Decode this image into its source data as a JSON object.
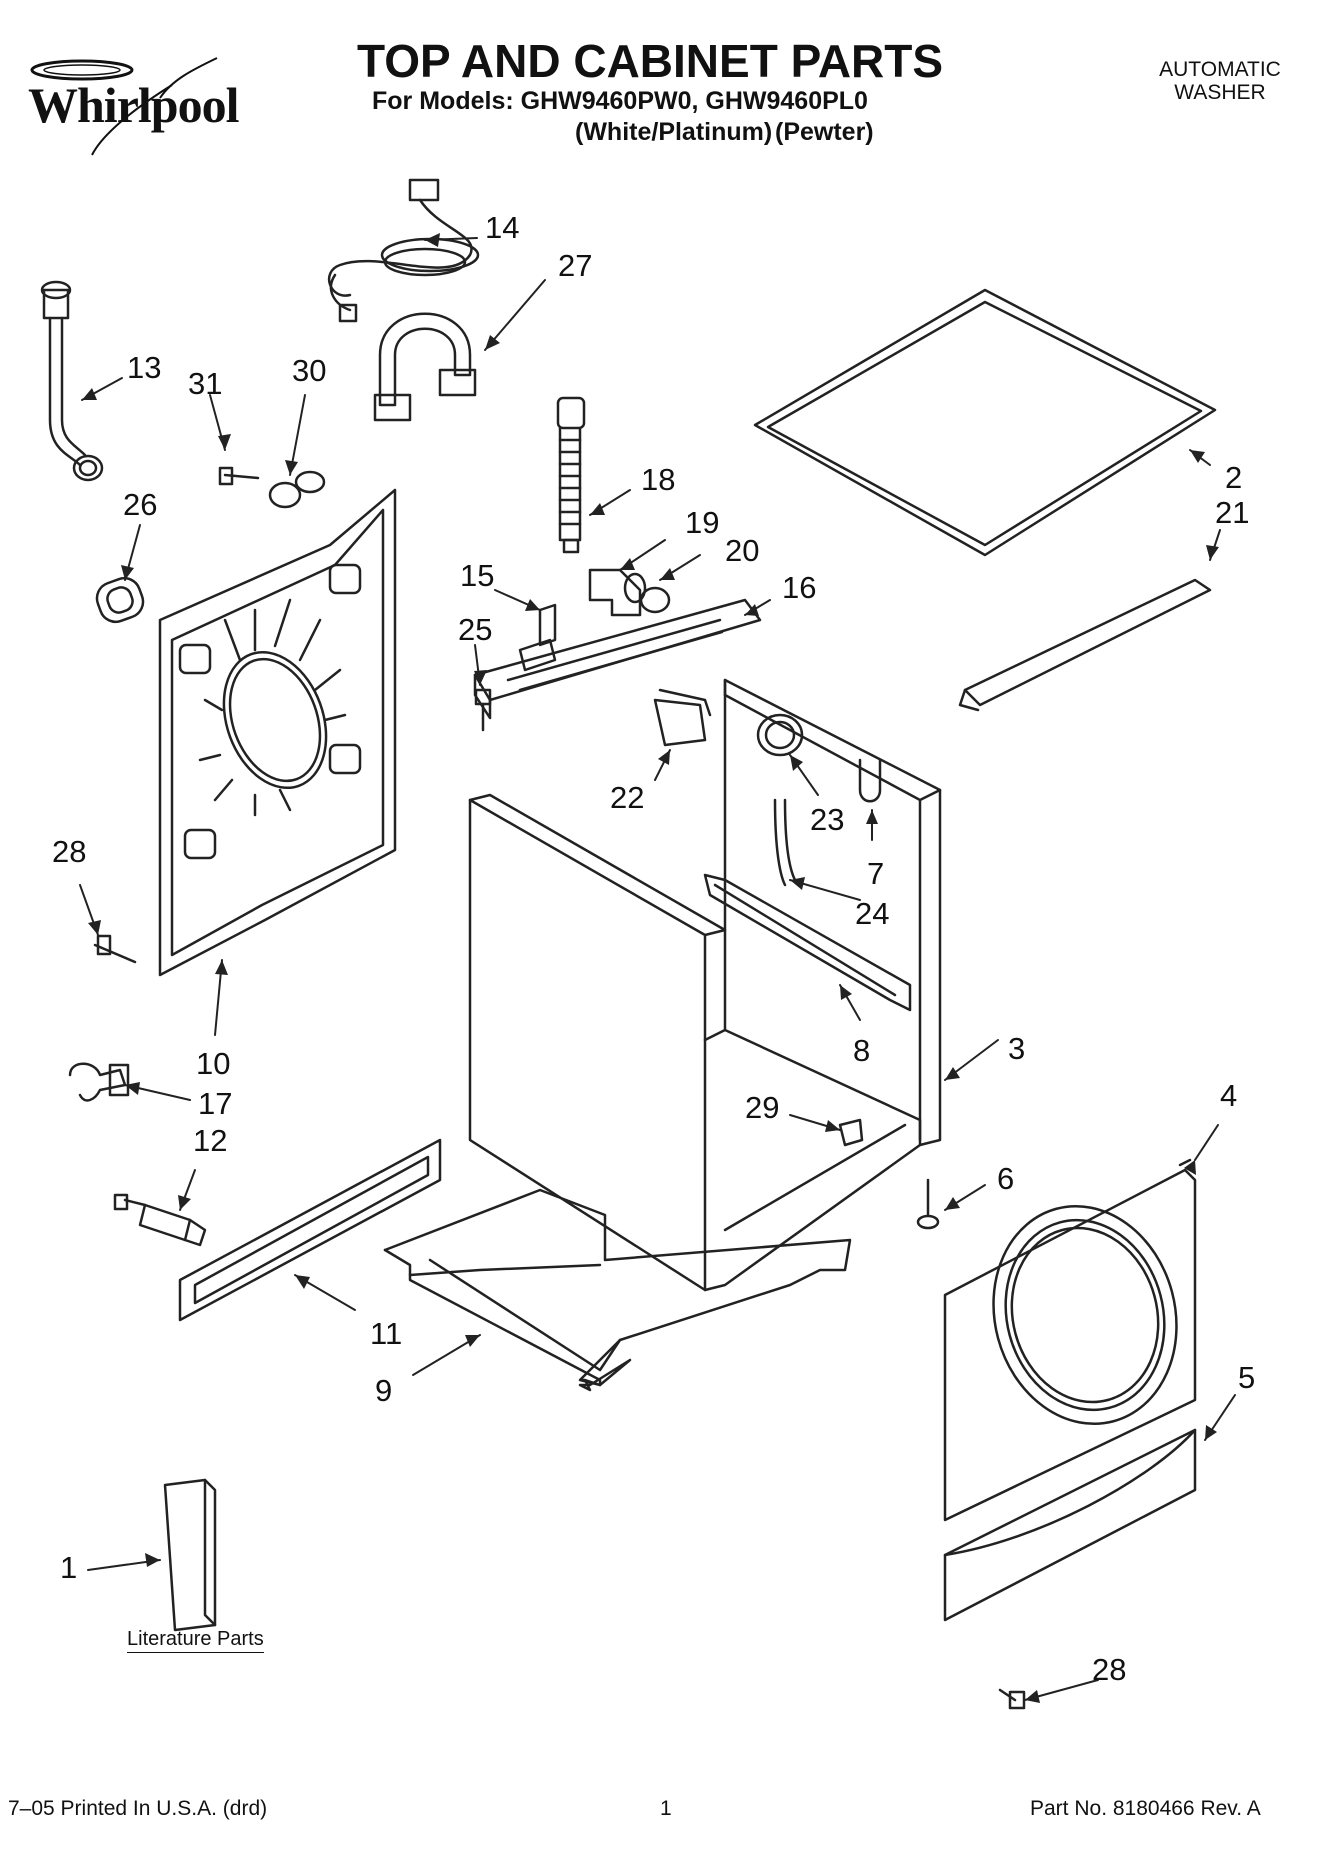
{
  "header": {
    "brand": "Whirlpool",
    "title": "TOP AND CABINET PARTS",
    "subtitle": "For Models: GHW9460PW0, GHW9460PL0",
    "colors": [
      "(White/Platinum)",
      "(Pewter)"
    ],
    "product_type": [
      "AUTOMATIC",
      "WASHER"
    ]
  },
  "callouts": [
    "14",
    "27",
    "13",
    "31",
    "30",
    "18",
    "19",
    "20",
    "2",
    "21",
    "26",
    "15",
    "16",
    "25",
    "22",
    "23",
    "7",
    "28",
    "24",
    "8",
    "10",
    "3",
    "17",
    "4",
    "29",
    "12",
    "6",
    "11",
    "5",
    "9",
    "1",
    "28"
  ],
  "literature_label": "Literature Parts",
  "footer": {
    "left": "7–05 Printed In U.S.A. (drd)",
    "center": "1",
    "right": "Part No. 8180466 Rev. A"
  }
}
